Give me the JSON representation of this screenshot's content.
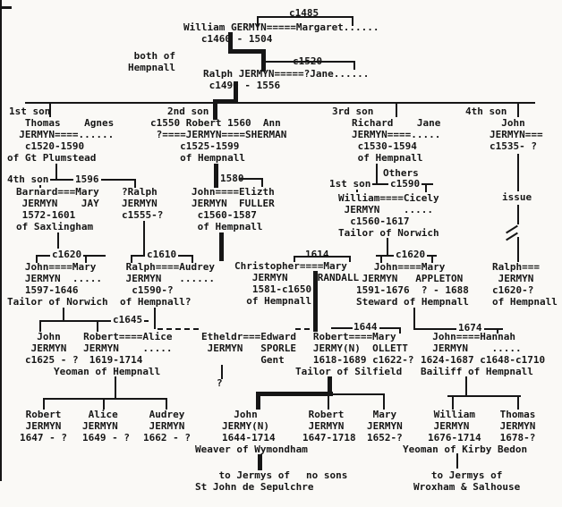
{
  "people": {
    "william_germyn": "William GERMYN=====Margaret......\n   c1460 - 1504",
    "ralph_jermyn": "Ralph JERMYN=====?Jane......\n c1490 - 1556",
    "thomas": "   Thomas    Agnes\n  JERMYN====......\n   c1520-1590\nof Gt Plumstead",
    "robert2": "c1550 Robert 1560  Ann\n ?====JERMYN====SHERMAN\n     c1525-1599\n     of Hempnall",
    "richard": "Richard    Jane\nJERMYN====.....\n c1530-1594\n of Hempnall",
    "john4": "  John\nJERMYN===\nc1535- ?",
    "barnard": "Barnard===Mary\n JERMYN    JAY\n 1572-1601\nof Saxlingham",
    "ralph_q": "?Ralph\nJERMYN\nc1555-?",
    "john2": "John====Elizth\nJERMYN  FULLER\n c1560-1587\n of Hempnall",
    "william3": "William====Cicely\n JERMYN    .....\n  c1560-1617\nTailor of Norwich",
    "john_tailor": "   John====Mary\n   JERMYN  .....\n   1597-1646\nTailor of Norwich",
    "ralph_audrey": " Ralph====Audrey\n JERMYN   ......\n  c1590-?\nof Hempnall?",
    "christopher": "Christopher====Mary\n   JERMYN     RANDALL\n   1581-c1650\n  of Hempnall",
    "john_appleton": "   John====Mary\n JERMYN   APPLETON\n1591-1676  ? - 1688\nSteward of Hempnall",
    "ralph_right": "Ralph===\n JERMYN\nc1620-?\nof Hempnall",
    "john_c1625": "  John\n JERMYN\nc1625 - ?",
    "robert_alice": "     Robert====Alice\n     JERMYN    .....\n      1619-1714\nYeoman of Hempnall",
    "etheldr": "Etheldr===Edward\n JERMYN   SPORLE\n          Gent",
    "robert_ollett": "   Robert====Mary\n   JERMY(N)  OLLETT\n   1618-1689 c1622-?\nTailor of Silfield",
    "john_hannah": "  John====Hannah\n  JERMYN    .....\n1624-1687 c1648-c1710\nBailiff of Hempnall",
    "robert_1647": " Robert\n JERMYN\n1647 - ?",
    "alice_1649": " Alice\nJERMYN\n1649 - ?",
    "audrey_1662": " Audrey\n JERMYN\n1662 - ?",
    "john_1644": "  John\nJERMY(N)\n1644-1714",
    "robert_1718": " Robert\n JERMYN\n1647-1718",
    "mary_1652": " Mary\nJERMYN\n1652-?",
    "william_1676": " William\n JERMYN\n1676-1714",
    "thomas_1678": " Thomas\n JERMYN\n 1678-?"
  },
  "marriage_dates": {
    "william": "c1485",
    "ralph": "c1520",
    "barnard": "1596",
    "john2": "1580",
    "william3": "c1590",
    "john_tailor": "c1620",
    "ralph_audrey": "c1610",
    "christopher": "1614",
    "john_appleton": "c1620",
    "robert_alice": "c1645",
    "robert_ollett": "1644",
    "john_hannah": "1674"
  },
  "labels": {
    "son1": "1st son",
    "son2": "2nd son",
    "son3": "3rd son",
    "son4": "4th son",
    "son4b": "4th son",
    "son1b": "1st son",
    "others": "Others",
    "issue": "issue",
    "note_origin": " both of\nHempnall",
    "query": "?",
    "no_sons": "no sons",
    "weaver": "Weaver of Wymondham",
    "kirby": "Yeoman of Kirby Bedon",
    "to_sepulchre": "    to Jermys of\nSt John de Sepulchre",
    "to_wroxham": "   to Jermys of\nWroxham & Salhouse"
  }
}
